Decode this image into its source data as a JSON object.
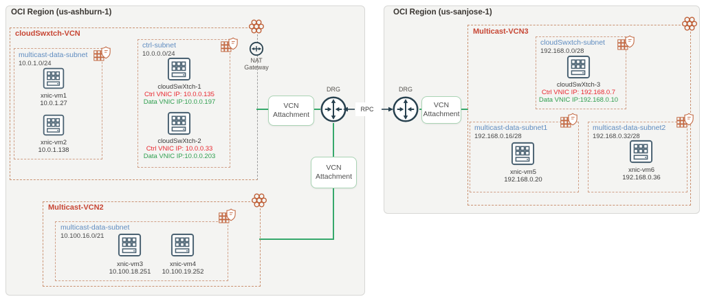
{
  "left": {
    "title": "OCI Region (us-ashburn-1)",
    "vcn1": {
      "label": "cloudSwxtch-VCN",
      "mds": {
        "label": "multicast-data-subnet",
        "cidr": "10.0.1.0/24",
        "vm1": {
          "name": "xnic-vm1",
          "ip": "10.0.1.27"
        },
        "vm2": {
          "name": "xnic-vm2",
          "ip": "10.0.1.138"
        }
      },
      "ctrl": {
        "label": "ctrl-subnet",
        "cidr": "10.0.0.0/24",
        "sw1": {
          "name": "cloudSwXtch-1",
          "ctrl_ip": "Ctrl VNIC IP: 10.0.0.135",
          "data_ip": "Data VNIC IP:10.0.0.197"
        },
        "sw2": {
          "name": "cloudSwXtch-2",
          "ctrl_ip": "Ctrl VNIC IP: 10.0.0.33",
          "data_ip": "Data VNIC IP:10.0.0.203"
        }
      },
      "nat": {
        "line1": "NAT",
        "line2": "Gateway"
      }
    },
    "vcn2": {
      "label": "Multicast-VCN2",
      "mds": {
        "label": "multicast-data-subnet",
        "cidr": "10.100.16.0/21",
        "vm3": {
          "name": "xnic-vm3",
          "ip": "10.100.18.251"
        },
        "vm4": {
          "name": "xnic-vm4",
          "ip": "10.100.19.252"
        }
      }
    }
  },
  "right": {
    "title": "OCI Region (us-sanjose-1)",
    "vcn3": {
      "label": "Multicast-VCN3",
      "css": {
        "label": "cloudSwxtch-subnet",
        "cidr": "192.168.0.0/28",
        "sw3": {
          "name": "cloudSwXtch-3",
          "ctrl_ip": "Ctrl VNIC IP: 192.168.0.7",
          "data_ip": "Data VNIC IP:192.168.0.10"
        }
      },
      "md1": {
        "label": "multicast-data-subnet1",
        "cidr": "192.168.0.16/28",
        "vm5": {
          "name": "xnic-vm5",
          "ip": "192.168.0.20"
        }
      },
      "md2": {
        "label": "multicast-data-subnet2",
        "cidr": "192.168.0.32/28",
        "vm6": {
          "name": "xnic-vm6",
          "ip": "192.168.0.36"
        }
      }
    }
  },
  "connectors": {
    "drg_label": "DRG",
    "rpc_label": "RPC",
    "attachment_label": "VCN Attachment"
  },
  "icons": {
    "vcn": "vcn-honeycomb-icon",
    "subnet": "subnet-security-icon",
    "vm": "compute-instance-icon",
    "nat": "nat-gateway-icon",
    "drg": "drg-router-icon"
  },
  "colors": {
    "region_fill": "#f4f4f2",
    "vcn_border": "#c9906f",
    "vcn_label": "#c74634",
    "subnet_label": "#5f8cc0",
    "icon_orange": "#c0623a",
    "icon_navy": "#28414f",
    "vm_icon_slate": "#4d6474",
    "ctrl_ip_red": "#e8262e",
    "data_ip_green": "#2f9e4f",
    "connector_green": "#35a86b",
    "gateway_line_gray": "#9b9b9b"
  }
}
